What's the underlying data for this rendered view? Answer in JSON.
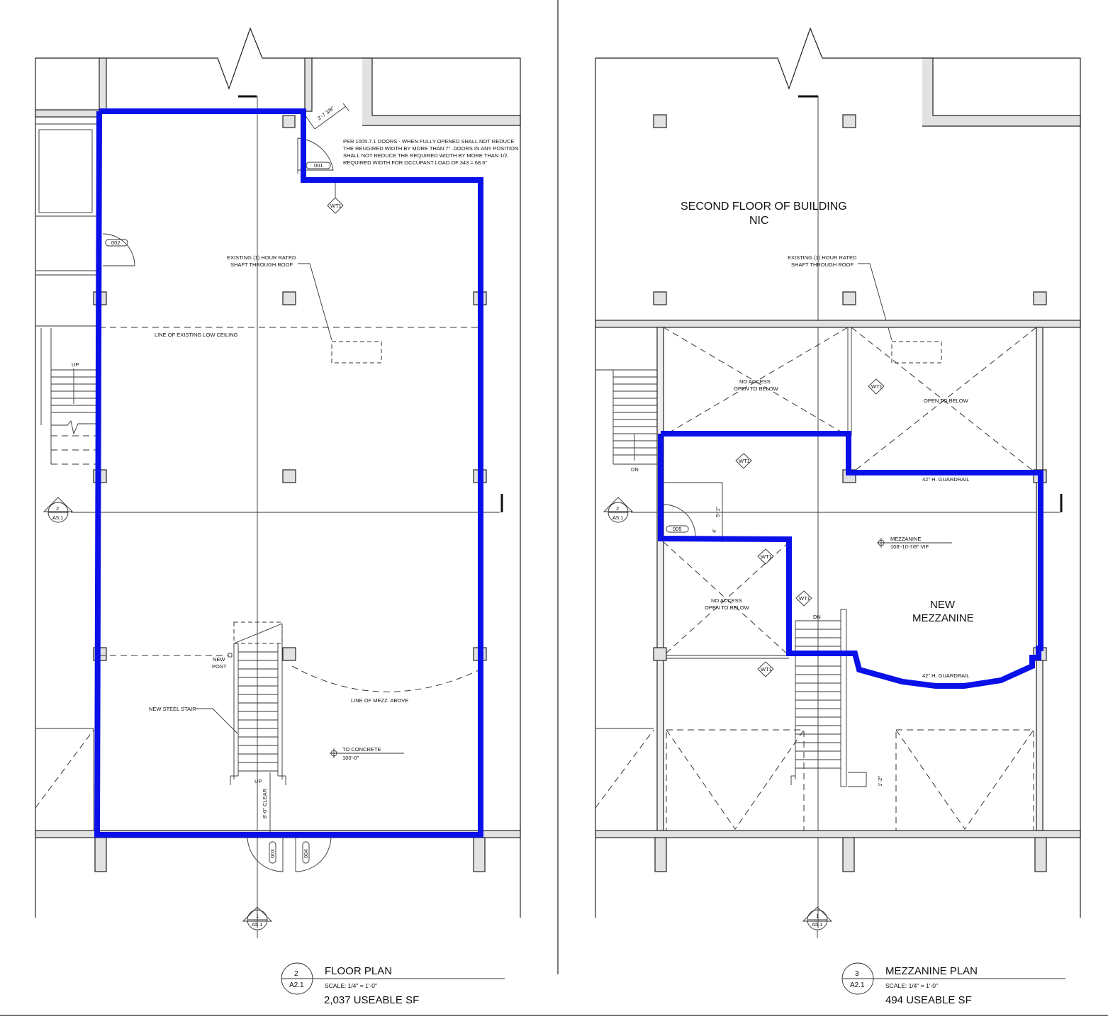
{
  "floor_plan": {
    "door_note": [
      "PER 1005.7.1 DOORS - WHEN FULLY OPENED SHALL NOT REDUCE",
      "THE REUGIRED WIDTH BY MORE THAN 7\".  DOORS IN ANY POSITION",
      "SHALL NOT REDUCE THE REQUIRED WIDTH BY MORE THAN 1/2.",
      "REQUIRED WIDTH FOR OCCUPANT LOAD OF 343 = 68.6\""
    ],
    "dimension_door": "3'-7 3/8\"",
    "door_001": "001",
    "door_002": "002",
    "door_003": "003",
    "door_004": "004",
    "wall_tag": "WT1",
    "shaft_note": [
      "EXISTING (1) HOUR RATED",
      "SHAFT THROUGH ROOF"
    ],
    "low_ceiling": "LINE OF EXISTING LOW CEILING",
    "stair_up": "UP",
    "new_post": [
      "NEW",
      "POST"
    ],
    "new_steel_stair": "NEW STEEL STAIR",
    "mezz_above": "LINE OF MEZZ. ABOVE",
    "elev_label": "TO CONCRETE",
    "elev_value": "100'-0\"",
    "clear_dim": "8'-0\" CLEAR",
    "section_2": {
      "num": "2",
      "sheet": "A5.1"
    },
    "section_1": {
      "num": "1",
      "sheet": "A5.1"
    },
    "title_num": "2",
    "title_sheet": "A2.1",
    "title": "FLOOR PLAN",
    "scale": "SCALE:    1/4\" = 1'-0\"",
    "area": "2,037 USEABLE SF"
  },
  "mezzanine_plan": {
    "second_floor": [
      "SECOND FLOOR OF BUILDING",
      "NIC"
    ],
    "shaft_note": [
      "EXISTING (1) HOUR RATED",
      "SHAFT THROUGH ROOF"
    ],
    "no_access": [
      "NO ACCESS",
      "OPEN TO BELOW"
    ],
    "open_below": "OPEN TO BELOW",
    "guardrail": "42\" H. GUARDRAIL",
    "wall_tag": "WT1",
    "stair_dn": "DN",
    "door_005": "005",
    "dim_a": "5'-1\"",
    "dim_b": "4'",
    "dim_c": "1'-2\"",
    "elev_label": "MEZZANINE",
    "elev_value": "108'-10-7/8\" VIF",
    "new_mezz": [
      "NEW",
      "MEZZANINE"
    ],
    "section_2": {
      "num": "2",
      "sheet": "A5.1"
    },
    "section_1": {
      "num": "1",
      "sheet": "A5.1"
    },
    "title_num": "3",
    "title_sheet": "A2.1",
    "title": "MEZZANINE PLAN",
    "scale": "SCALE:    1/4\" = 1'-0\"",
    "area": "494 USEABLE SF"
  },
  "colors": {
    "highlight": "#0a10e8",
    "wall_fill": "#e2e2e2",
    "line": "#222222"
  }
}
